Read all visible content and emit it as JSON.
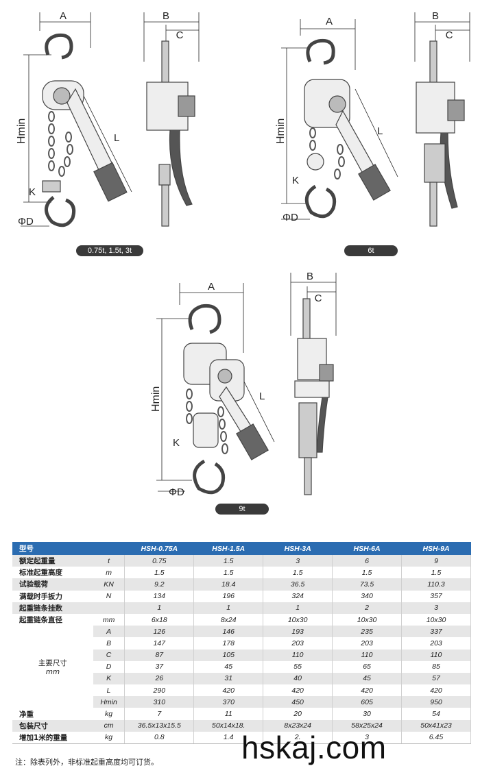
{
  "diagrams": {
    "small": {
      "caption": "0.75t, 1.5t, 3t"
    },
    "medium": {
      "caption": "6t"
    },
    "large": {
      "caption": "9t"
    },
    "dim_labels": {
      "A": "A",
      "B": "B",
      "C": "C",
      "L": "L",
      "K": "K",
      "D": "ΦD",
      "H": "Hmin"
    }
  },
  "table": {
    "header": {
      "label": "型号",
      "models": [
        "HSH-0.75A",
        "HSH-1.5A",
        "HSH-3A",
        "HSH-6A",
        "HSH-9A"
      ]
    },
    "rows": [
      {
        "label": "额定起重量",
        "unit": "t",
        "values": [
          "0.75",
          "1.5",
          "3",
          "6",
          "9"
        ]
      },
      {
        "label": "标准起重高度",
        "unit": "m",
        "values": [
          "1.5",
          "1.5",
          "1.5",
          "1.5",
          "1.5"
        ]
      },
      {
        "label": "试验载荷",
        "unit": "KN",
        "values": [
          "9.2",
          "18.4",
          "36.5",
          "73.5",
          "110.3"
        ]
      },
      {
        "label": "满载时手扳力",
        "unit": "N",
        "values": [
          "134",
          "196",
          "324",
          "340",
          "357"
        ]
      },
      {
        "label": "起重链条挂数",
        "unit": "",
        "values": [
          "1",
          "1",
          "1",
          "2",
          "3"
        ]
      },
      {
        "label": "起重链条直径",
        "unit": "mm",
        "values": [
          "6x18",
          "8x24",
          "10x30",
          "10x30",
          "10x30"
        ]
      }
    ],
    "dimension_group": {
      "label": "主要尺寸",
      "unit": "mm"
    },
    "dimension_rows": [
      {
        "unit": "A",
        "values": [
          "126",
          "146",
          "193",
          "235",
          "337"
        ]
      },
      {
        "unit": "B",
        "values": [
          "147",
          "178",
          "203",
          "203",
          "203"
        ]
      },
      {
        "unit": "C",
        "values": [
          "87",
          "105",
          "110",
          "110",
          "110"
        ]
      },
      {
        "unit": "D",
        "values": [
          "37",
          "45",
          "55",
          "65",
          "85"
        ]
      },
      {
        "unit": "K",
        "values": [
          "26",
          "31",
          "40",
          "45",
          "57"
        ]
      },
      {
        "unit": "L",
        "values": [
          "290",
          "420",
          "420",
          "420",
          "420"
        ]
      },
      {
        "unit": "Hmin",
        "values": [
          "310",
          "370",
          "450",
          "605",
          "950"
        ]
      }
    ],
    "tail_rows": [
      {
        "label": "净重",
        "unit": "kg",
        "values": [
          "7",
          "11",
          "20",
          "30",
          "54"
        ]
      },
      {
        "label": "包装尺寸",
        "unit": "cm",
        "values": [
          "36.5x13x15.5",
          "50x14x18.",
          "8x23x24",
          "58x25x24",
          "50x41x23"
        ]
      },
      {
        "label": "增加1米的重量",
        "unit": "kg",
        "values": [
          "0.8",
          "1.4",
          "2.",
          "3",
          "6.45"
        ]
      }
    ]
  },
  "note": "注：除表列外，非标准起重高度均可订货。",
  "watermark": "hskaj.com",
  "colors": {
    "header_bg": "#2b6cb1",
    "stripe": "#e6e6e6"
  }
}
